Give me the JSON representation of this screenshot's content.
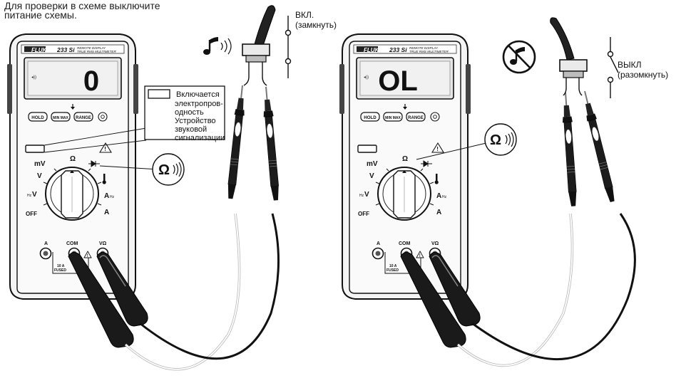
{
  "instruction": [
    "Для проверки в схеме выключите",
    "питание схемы."
  ],
  "meter": {
    "brand": "FLUKE",
    "model": "233 Si",
    "subtitle_top": "REMOTE DISPLAY",
    "subtitle_bottom": "TRUE RMS MULTIMETER",
    "buttons": {
      "hold": "HOLD",
      "minmax": "MIN MAX",
      "range": "RANGE"
    },
    "dial": {
      "off": "OFF",
      "mv": "mV",
      "v": "V",
      "ohm": "Ω",
      "a": "A",
      "hz": "Hz"
    },
    "jacks": {
      "a": "A",
      "com": "COM",
      "vohm": "VΩ",
      "fused_top": "10 A",
      "fused_bottom": "FUSED"
    }
  },
  "left": {
    "display": "0",
    "switch_label": [
      "ВКЛ.",
      "(замкнуть)"
    ],
    "callout_lines": [
      "Включается",
      "электропров-",
      "одность",
      "Устройство",
      "звуковой",
      "сигнализации"
    ],
    "ohm_bubble": "Ω"
  },
  "right": {
    "display": "OL",
    "switch_label": [
      "ВЫКЛ",
      "(разомкнуть)"
    ],
    "ohm_bubble": "Ω"
  }
}
